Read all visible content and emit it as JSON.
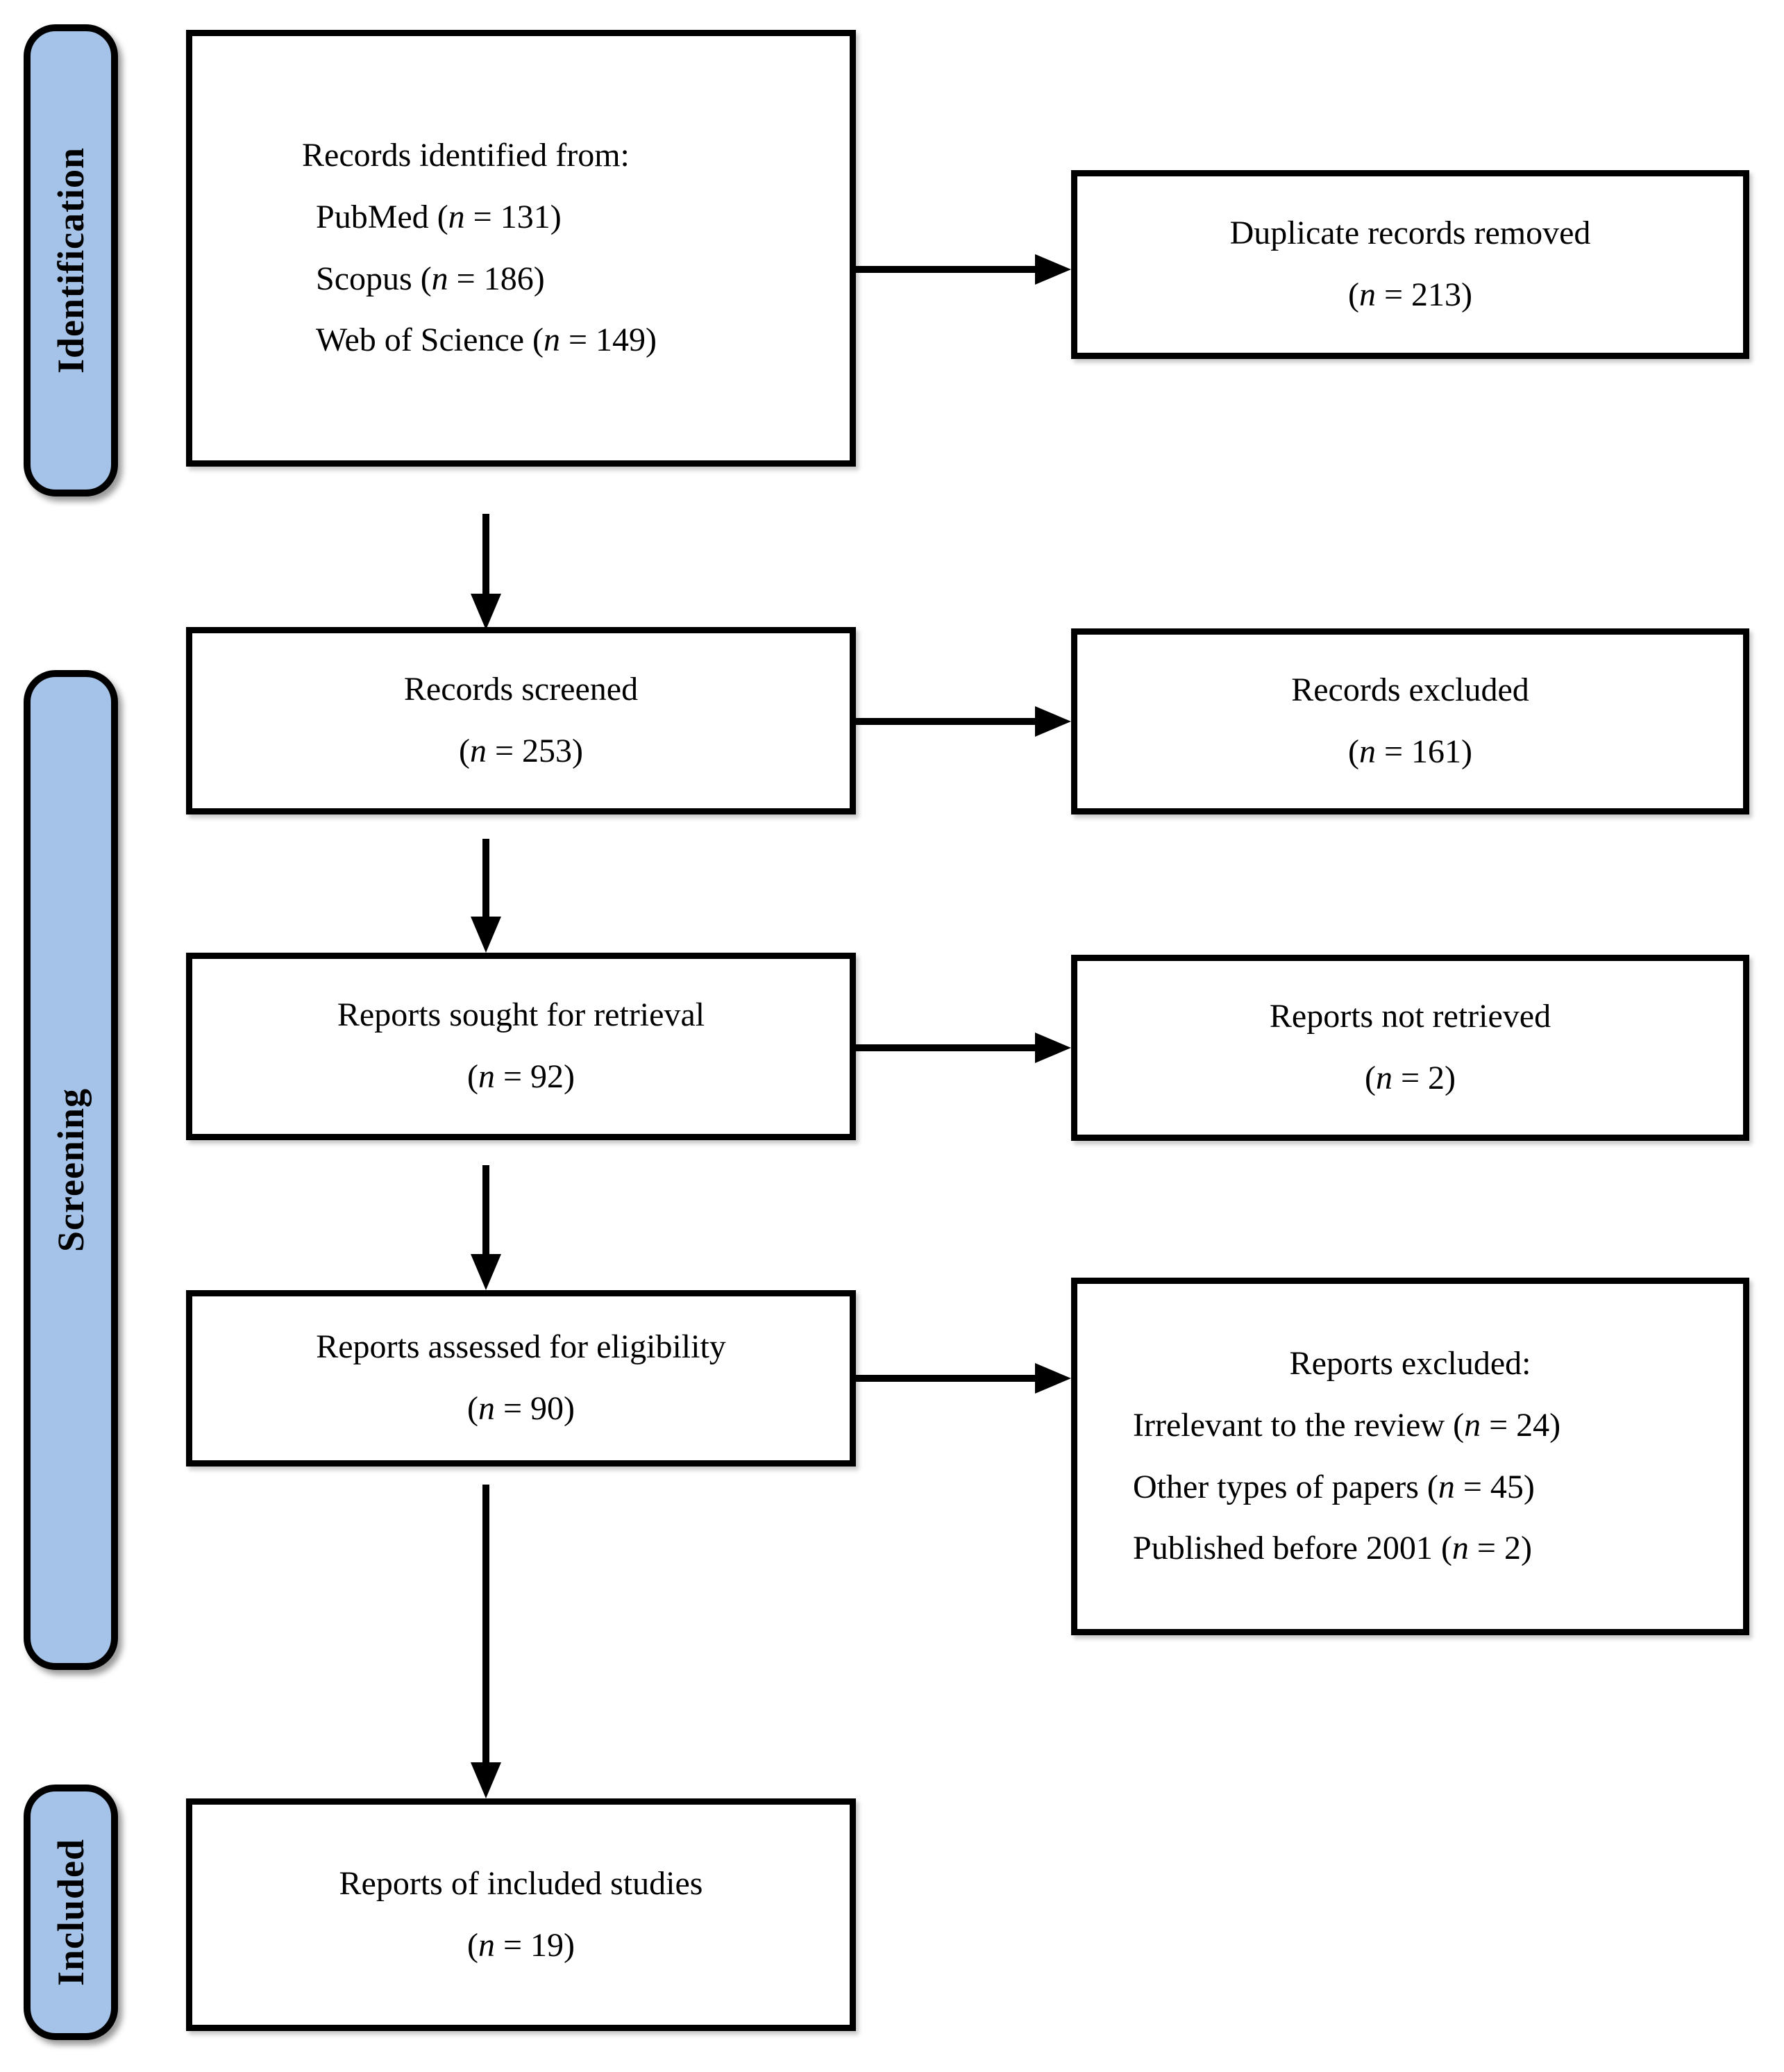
{
  "stages": {
    "identification": "Identification",
    "screening": "Screening",
    "included": "Included"
  },
  "boxes": {
    "identified": {
      "title": "Records identified from:",
      "sources": [
        {
          "name": "PubMed",
          "n": "131"
        },
        {
          "name": "Scopus",
          "n": "186"
        },
        {
          "name": "Web of Science",
          "n": "149"
        }
      ]
    },
    "screened": {
      "label": "Records screened",
      "n": "253"
    },
    "sought": {
      "label": "Reports sought for retrieval",
      "n": "92"
    },
    "assessed": {
      "label": "Reports assessed for eligibility",
      "n": "90"
    },
    "included_reports": {
      "label": "Reports of included studies",
      "n": "19"
    },
    "duplicates_removed": {
      "label": "Duplicate records removed",
      "n": "213"
    },
    "records_excluded": {
      "label": "Records excluded",
      "n": "161"
    },
    "not_retrieved": {
      "label": "Reports not retrieved",
      "n": "2"
    },
    "reports_excluded": {
      "title": "Reports excluded:",
      "reasons": [
        {
          "label": "Irrelevant to the review",
          "n": "24"
        },
        {
          "label": "Other types of papers",
          "n": "45"
        },
        {
          "label": "Published before 2001",
          "n": "2"
        }
      ]
    }
  },
  "colors": {
    "stage_fill": "#A5C3E8",
    "border": "#000000",
    "background": "#FFFFFF",
    "text": "#000000"
  }
}
